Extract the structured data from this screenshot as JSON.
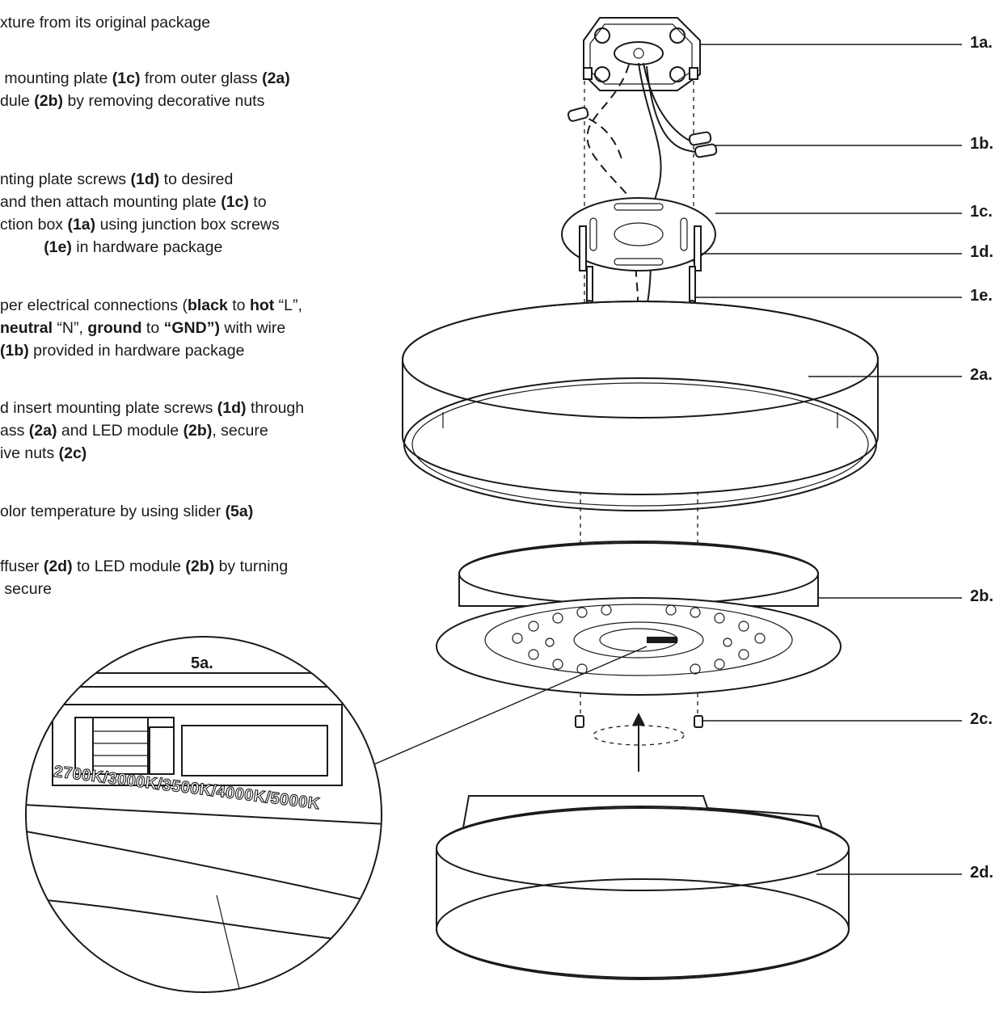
{
  "steps": [
    {
      "lines": [
        [
          {
            "t": "xture from its original package"
          }
        ]
      ]
    },
    {
      "lines": [
        [
          {
            "t": " mounting plate "
          },
          {
            "t": "(1c)",
            "b": true
          },
          {
            "t": " from outer glass "
          },
          {
            "t": "(2a)",
            "b": true
          }
        ],
        [
          {
            "t": "dule "
          },
          {
            "t": "(2b)",
            "b": true
          },
          {
            "t": " by removing decorative nuts"
          }
        ]
      ]
    },
    {
      "lines": [
        [
          {
            "t": "nting plate screws "
          },
          {
            "t": "(1d)",
            "b": true
          },
          {
            "t": " to desired"
          }
        ],
        [
          {
            "t": "and then attach mounting plate "
          },
          {
            "t": "(1c)",
            "b": true
          },
          {
            "t": " to"
          }
        ],
        [
          {
            "t": "ction box "
          },
          {
            "t": "(1a)",
            "b": true
          },
          {
            "t": " using junction box screws"
          }
        ],
        [
          {
            "t": "          "
          },
          {
            "t": "(1e)",
            "b": true
          },
          {
            "t": " in hardware package"
          }
        ]
      ]
    },
    {
      "lines": [
        [
          {
            "t": "per electrical connections ("
          },
          {
            "t": "black",
            "b": true
          },
          {
            "t": " to "
          },
          {
            "t": "hot",
            "b": true
          },
          {
            "t": " “L”,"
          }
        ],
        [
          {
            "t": "neutral",
            "b": true
          },
          {
            "t": " “N”, "
          },
          {
            "t": "ground",
            "b": true
          },
          {
            "t": " to "
          },
          {
            "t": "“GND”)",
            "b": true
          },
          {
            "t": " with wire"
          }
        ],
        [
          {
            "t": "(1b)",
            "b": true
          },
          {
            "t": " provided in hardware package"
          }
        ]
      ]
    },
    {
      "lines": [
        [
          {
            "t": "d insert mounting plate screws "
          },
          {
            "t": "(1d)",
            "b": true
          },
          {
            "t": " through"
          }
        ],
        [
          {
            "t": "ass "
          },
          {
            "t": "(2a)",
            "b": true
          },
          {
            "t": " and LED module "
          },
          {
            "t": "(2b)",
            "b": true
          },
          {
            "t": ", secure"
          }
        ],
        [
          {
            "t": "ive nuts "
          },
          {
            "t": "(2c)",
            "b": true
          }
        ]
      ]
    },
    {
      "lines": [
        [
          {
            "t": "olor temperature by using slider "
          },
          {
            "t": "(5a)",
            "b": true
          }
        ]
      ]
    },
    {
      "lines": [
        [
          {
            "t": "ffuser "
          },
          {
            "t": "(2d)",
            "b": true
          },
          {
            "t": " to LED module "
          },
          {
            "t": "(2b)",
            "b": true
          },
          {
            "t": " by turning"
          }
        ],
        [
          {
            "t": " secure"
          }
        ]
      ]
    }
  ],
  "callouts": [
    "1a.",
    "1b.",
    "1c.",
    "1d.",
    "1e.",
    "2a.",
    "2b.",
    "2c.",
    "2d."
  ],
  "zoom": {
    "label": "5a.",
    "kelvin_scale": "2700K/3000K/3500K/4000K/5000K"
  }
}
